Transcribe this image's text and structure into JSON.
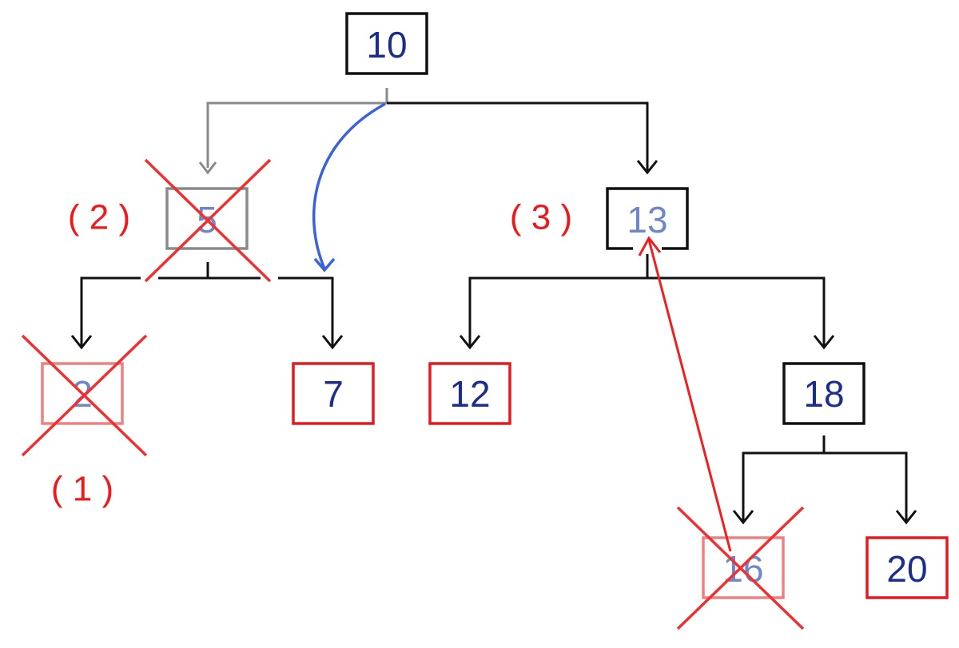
{
  "colors": {
    "edge": "#111111",
    "edge_faded": "#8a8a8a",
    "text_dark": "#1b2e8c",
    "text_faded": "#6f86c8",
    "node_border": "#111111",
    "node_border_highlight": "#e8191c",
    "node_border_faded": "#8a8a8a",
    "node_border_deleted": "#f08080",
    "cross": "#f03030",
    "move_arrow": "#ef1f1f",
    "redirect_arrow": "#3a63d6"
  },
  "nodes": {
    "n10": {
      "label": "10",
      "state": "normal"
    },
    "n5": {
      "label": "5",
      "state": "deleted"
    },
    "n13": {
      "label": "13",
      "state": "replaced"
    },
    "n2": {
      "label": "2",
      "state": "deleted-leaf"
    },
    "n7": {
      "label": "7",
      "state": "leaf"
    },
    "n12": {
      "label": "12",
      "state": "leaf"
    },
    "n18": {
      "label": "18",
      "state": "normal"
    },
    "n16": {
      "label": "16",
      "state": "deleted-leaf"
    },
    "n20": {
      "label": "20",
      "state": "leaf"
    }
  },
  "steps": {
    "step1": "( 1 )",
    "step2": "( 2 )",
    "step3": "( 3 )"
  }
}
